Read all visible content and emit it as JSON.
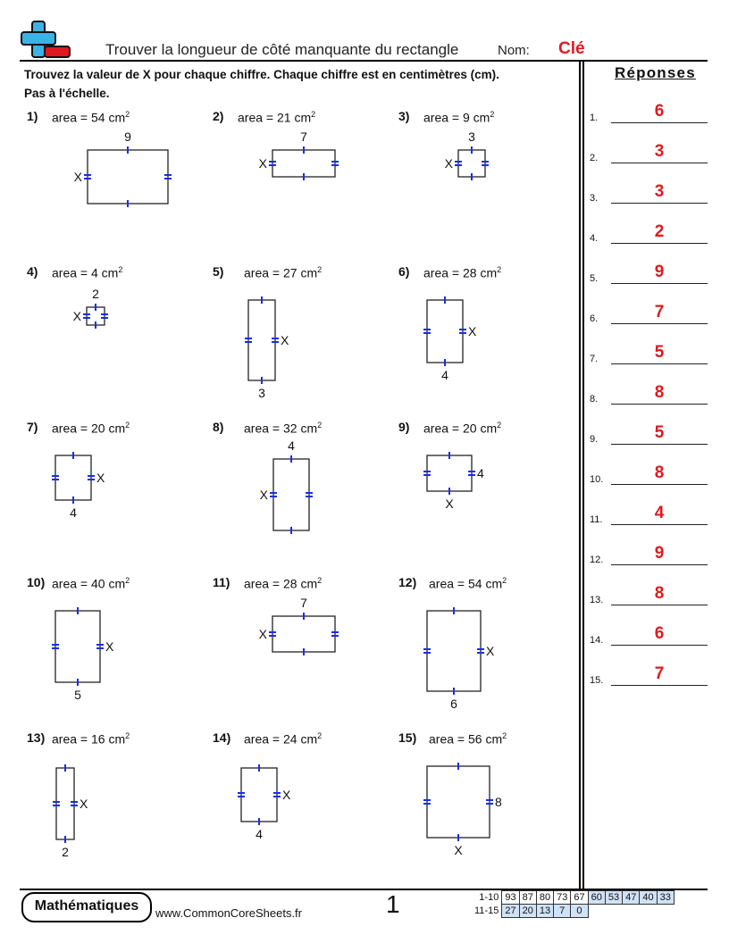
{
  "header": {
    "title": "Trouver la longueur de côté manquante du rectangle",
    "name_label": "Nom:",
    "key_label": "Clé"
  },
  "instructions": {
    "line1": "Trouvez la valeur de X pour chaque chiffre. Chaque chiffre est en centimètres (cm).",
    "line2": "Pas à l'échelle."
  },
  "answers_title": "Réponses",
  "problems": [
    {
      "num": "1)",
      "area": "area = 54 cm",
      "labels": {
        "top": "9",
        "left": "X"
      }
    },
    {
      "num": "2)",
      "area": "area = 21 cm",
      "labels": {
        "top": "7",
        "left": "X"
      }
    },
    {
      "num": "3)",
      "area": "area = 9 cm",
      "labels": {
        "top": "3",
        "left": "X"
      }
    },
    {
      "num": "4)",
      "area": "area = 4 cm",
      "labels": {
        "top": "2",
        "left": "X"
      }
    },
    {
      "num": "5)",
      "area": "area = 27 cm",
      "labels": {
        "right": "X",
        "bottom": "3"
      }
    },
    {
      "num": "6)",
      "area": "area = 28 cm",
      "labels": {
        "right": "X",
        "bottom": "4"
      }
    },
    {
      "num": "7)",
      "area": "area = 20 cm",
      "labels": {
        "right": "X",
        "bottom": "4"
      }
    },
    {
      "num": "8)",
      "area": "area = 32 cm",
      "labels": {
        "top": "4",
        "left": "X"
      }
    },
    {
      "num": "9)",
      "area": "area = 20 cm",
      "labels": {
        "right": "4",
        "bottom": "X"
      }
    },
    {
      "num": "10)",
      "area": "area = 40 cm",
      "labels": {
        "right": "X",
        "bottom": "5"
      }
    },
    {
      "num": "11)",
      "area": "area = 28 cm",
      "labels": {
        "top": "7",
        "left": "X"
      }
    },
    {
      "num": "12)",
      "area": "area = 54 cm",
      "labels": {
        "right": "X",
        "bottom": "6"
      }
    },
    {
      "num": "13)",
      "area": "area = 16 cm",
      "labels": {
        "right": "X",
        "bottom": "2"
      }
    },
    {
      "num": "14)",
      "area": "area = 24 cm",
      "labels": {
        "right": "X",
        "bottom": "4"
      }
    },
    {
      "num": "15)",
      "area": "area = 56 cm",
      "labels": {
        "right": "8",
        "bottom": "X"
      }
    }
  ],
  "area_unit_exponent": "2",
  "answers": [
    {
      "num": "1.",
      "value": "6"
    },
    {
      "num": "2.",
      "value": "3"
    },
    {
      "num": "3.",
      "value": "3"
    },
    {
      "num": "4.",
      "value": "2"
    },
    {
      "num": "5.",
      "value": "9"
    },
    {
      "num": "6.",
      "value": "7"
    },
    {
      "num": "7.",
      "value": "5"
    },
    {
      "num": "8.",
      "value": "8"
    },
    {
      "num": "9.",
      "value": "5"
    },
    {
      "num": "10.",
      "value": "8"
    },
    {
      "num": "11.",
      "value": "4"
    },
    {
      "num": "12.",
      "value": "9"
    },
    {
      "num": "13.",
      "value": "8"
    },
    {
      "num": "14.",
      "value": "6"
    },
    {
      "num": "15.",
      "value": "7"
    }
  ],
  "footer": {
    "brand": "Mathématiques",
    "website": "www.CommonCoreSheets.fr",
    "page_number": "1",
    "score_rows": [
      {
        "label": "1-10",
        "cells": [
          "93",
          "87",
          "80",
          "73",
          "67",
          "60",
          "53",
          "47",
          "40",
          "33"
        ]
      },
      {
        "label": "11-15",
        "cells": [
          "27",
          "20",
          "13",
          "7",
          "0"
        ]
      }
    ]
  },
  "colors": {
    "key_red": "#e0191e",
    "tick_blue": "#1a2fe0",
    "score_blue": "#cfe2f7",
    "logo_blue": "#3bb3e6",
    "logo_red": "#e0191e"
  }
}
